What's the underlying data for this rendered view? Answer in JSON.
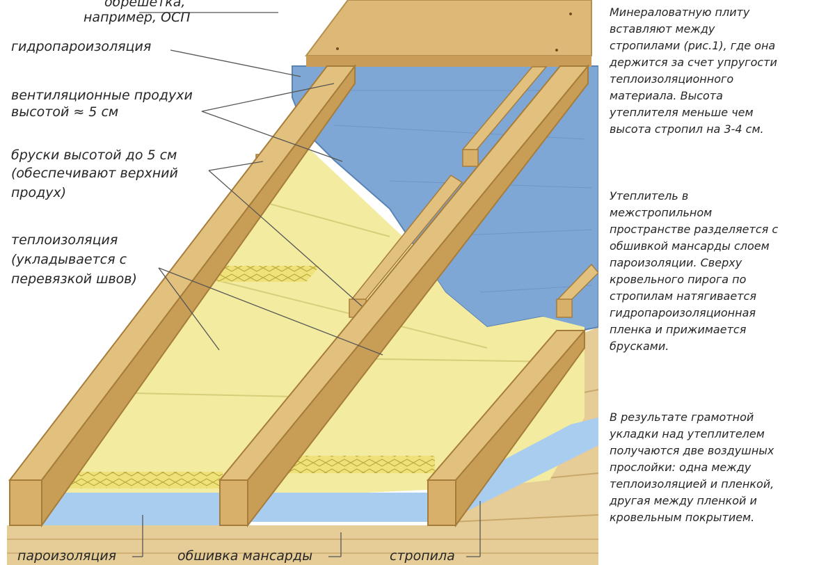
{
  "labels": {
    "batten_line1": "обрешетка,",
    "batten_line2": "например, ОСП",
    "waterproof": "гидропароизоляция",
    "vents_line1": "вентиляционные продухи",
    "vents_line2": "высотой ≈ 5 см",
    "bars_line1": "бруски высотой до 5 см",
    "bars_line2": "(обеспечивают верхний",
    "bars_line3": "продух)",
    "insul_line1": "теплоизоляция",
    "insul_line2": "(укладывается с",
    "insul_line3": "перевязкой швов)",
    "vapor": "пароизоляция",
    "lining": "обшивка мансарды",
    "rafter": "стропила"
  },
  "side_text": {
    "p1": "Минераловатную плиту\nвставляют между\nстропилами (рис.1), где она\nдержится за счет упругости\nтеплоизоляционного\nматериала. Высота\nутеплителя меньше чем\nвысота стропил на 3-4 см.",
    "p2": "Утеплитель в\nмежстропильном\nпространстве разделяется с\nобшивкой мансарды слоем\nпароизоляции. Сверху\nкровельного пирога по\nстропилам натягивается\nгидропароизоляционная\nпленка и прижимается\nбрусками.",
    "p3": "В результате грамотной\nукладки над утеплителем\nполучаются две воздушных\nпрослойки: одна между\nтеплоизоляцией и пленкой,\nдругая между пленкой и\nкровельным покрытием."
  },
  "colors": {
    "wood": "#e2c07e",
    "wood_dark": "#c89d55",
    "insulation": "#f3eca0",
    "membrane": "#7fa7d6",
    "vapor_film": "#a9cdee",
    "text": "#262626"
  }
}
